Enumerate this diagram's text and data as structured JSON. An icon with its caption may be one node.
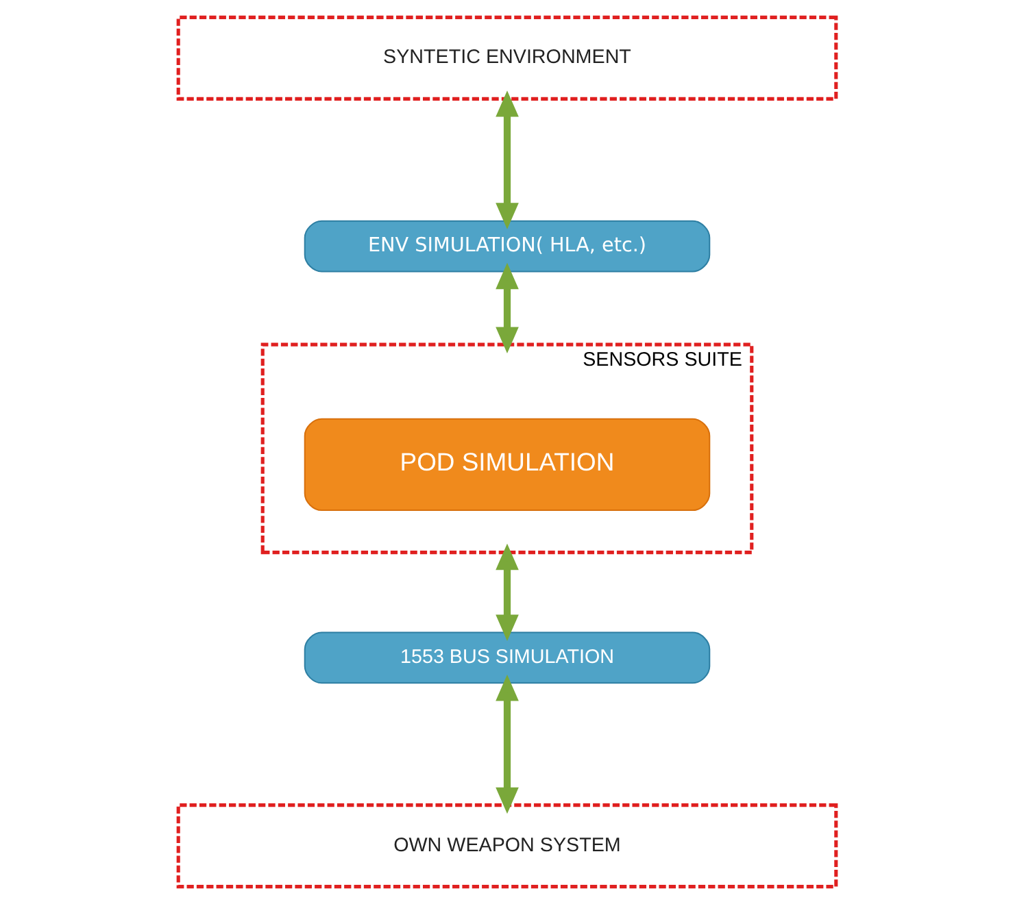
{
  "diagram": {
    "nodes": [
      {
        "text": [
          "SYNTETIC ENVIRONMENT"
        ]
      },
      {
        "text": [
          "ENV SIMULATION( HLA, etc.)"
        ]
      },
      {
        "text": [
          "SENSORS SUITE"
        ]
      },
      {
        "text": [
          "POD SIMULATION"
        ],
        "in": 2
      },
      {
        "text": [
          "1553 BUS SIMULATION"
        ]
      },
      {
        "text": [
          "OWN WEAPON SYSTEM"
        ]
      }
    ],
    "edges": [
      {
        "from": 0,
        "to": 1,
        "arrow": "both"
      },
      {
        "from": 1,
        "to": 2,
        "arrow": "both"
      },
      {
        "from": 2,
        "to": 4,
        "arrow": "both"
      },
      {
        "from": 4,
        "to": 5,
        "arrow": "both"
      }
    ]
  }
}
